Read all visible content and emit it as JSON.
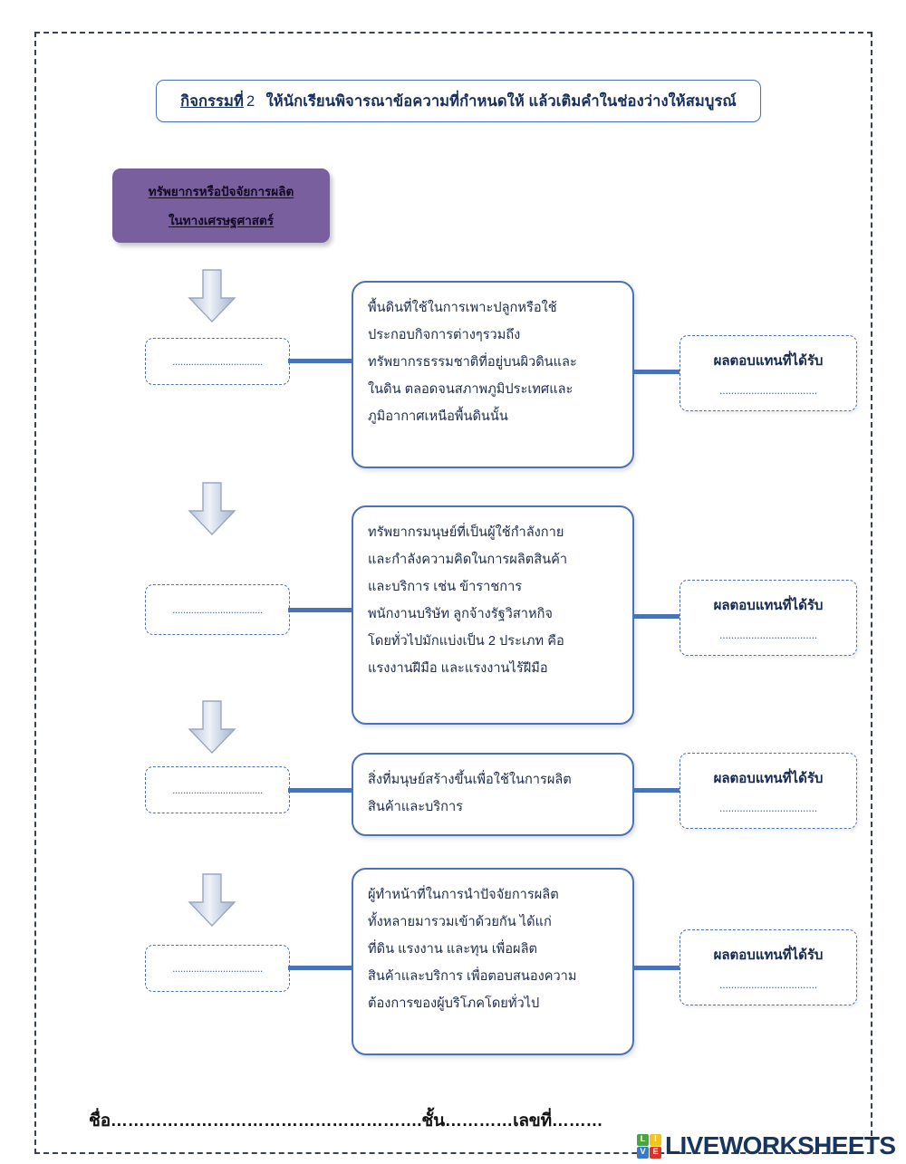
{
  "page": {
    "border_color": "#3a4150",
    "accent_blue": "#4a72b8",
    "topic_purple": "#7a5f9e"
  },
  "activity_header": {
    "label_underlined": "กิจกรรมที่",
    "number": "2",
    "instruction": "ให้นักเรียนพิจารณาข้อความที่กำหนดให้  แล้วเติมคำในช่องว่างให้สมบูรณ์"
  },
  "topic_box": {
    "line1": "ทรัพยากรหรือปัจจัยการผลิต",
    "line2": "ในทางเศรษฐศาสตร์"
  },
  "blank_placeholder": "..................................",
  "reward_dots": "..................................",
  "reward_title": "ผลตอบแทนที่ได้รับ",
  "rows": [
    {
      "id": "row-land",
      "description_lines": [
        "พื้นดินที่ใช้ในการเพาะปลูกหรือใช้",
        "ประกอบกิจการต่างๆรวมถึง",
        "ทรัพยากรธรรมชาติที่อยู่บนผิวดินและ",
        "ในดิน  ตลอดจนสภาพภูมิประเทศและ",
        "ภูมิอากาศเหนือพื้นดินนั้น"
      ]
    },
    {
      "id": "row-labour",
      "description_lines": [
        "ทรัพยากรมนุษย์ที่เป็นผู้ใช้กำลังกาย",
        "และกำลังความคิดในการผลิตสินค้า",
        "และบริการ  เช่น  ข้าราชการ",
        "พนักงานบริษัท  ลูกจ้างรัฐวิสาหกิจ",
        "โดยทั่วไปมักแบ่งเป็น  2  ประเภท  คือ",
        "แรงงานฝีมือ  และแรงงานไร้ฝีมือ"
      ]
    },
    {
      "id": "row-capital",
      "description_lines": [
        "สิ่งที่มนุษย์สร้างขึ้นเพื่อใช้ในการผลิต",
        "สินค้าและบริการ"
      ]
    },
    {
      "id": "row-entrepreneur",
      "description_lines": [
        "ผู้ทำหน้าที่ในการนำปัจจัยการผลิต",
        "ทั้งหลายมารวมเข้าด้วยกัน  ได้แก่",
        "ที่ดิน  แรงงาน  และทุน  เพื่อผลิต",
        "สินค้าและบริการ  เพื่อตอบสนองความ",
        "ต้องการของผู้บริโภคโดยทั่วไป"
      ]
    }
  ],
  "footer": {
    "text": "ชื่อ……………………………………………….ชั้น…………เลขที่………"
  },
  "logo": {
    "tiles": [
      {
        "letter": "L",
        "color": "#4aa63c"
      },
      {
        "letter": "I",
        "color": "#f2c31a"
      },
      {
        "letter": "V",
        "color": "#3a78c9"
      },
      {
        "letter": "E",
        "color": "#d8342a"
      }
    ],
    "wordmark": "LIVEWORKSHEETS",
    "wordmark_color": "#16355f"
  }
}
